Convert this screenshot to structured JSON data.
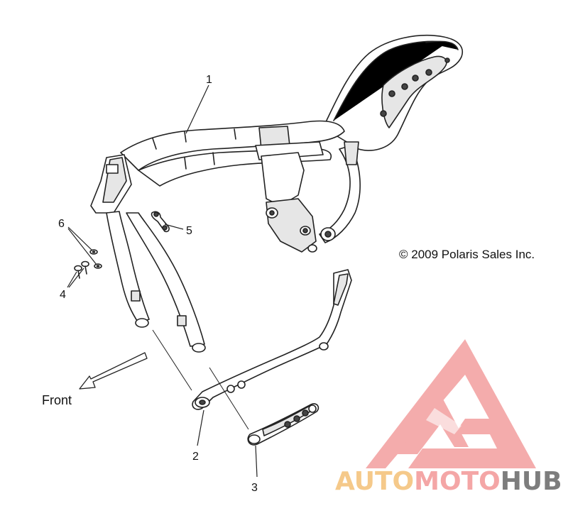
{
  "callouts": {
    "c1": "1",
    "c2": "2",
    "c3": "3",
    "c4": "4",
    "c5": "5",
    "c6": "6"
  },
  "direction_label": "Front",
  "copyright": "© 2009 Polaris Sales Inc.",
  "watermark": {
    "part_a": "AUTO",
    "part_b": "MOTO",
    "part_c": "HUB",
    "color_a": "#f5c98a",
    "color_b": "#f4a6a6",
    "color_c": "#7d7d7d",
    "logo_color": "#f3a4a4"
  }
}
